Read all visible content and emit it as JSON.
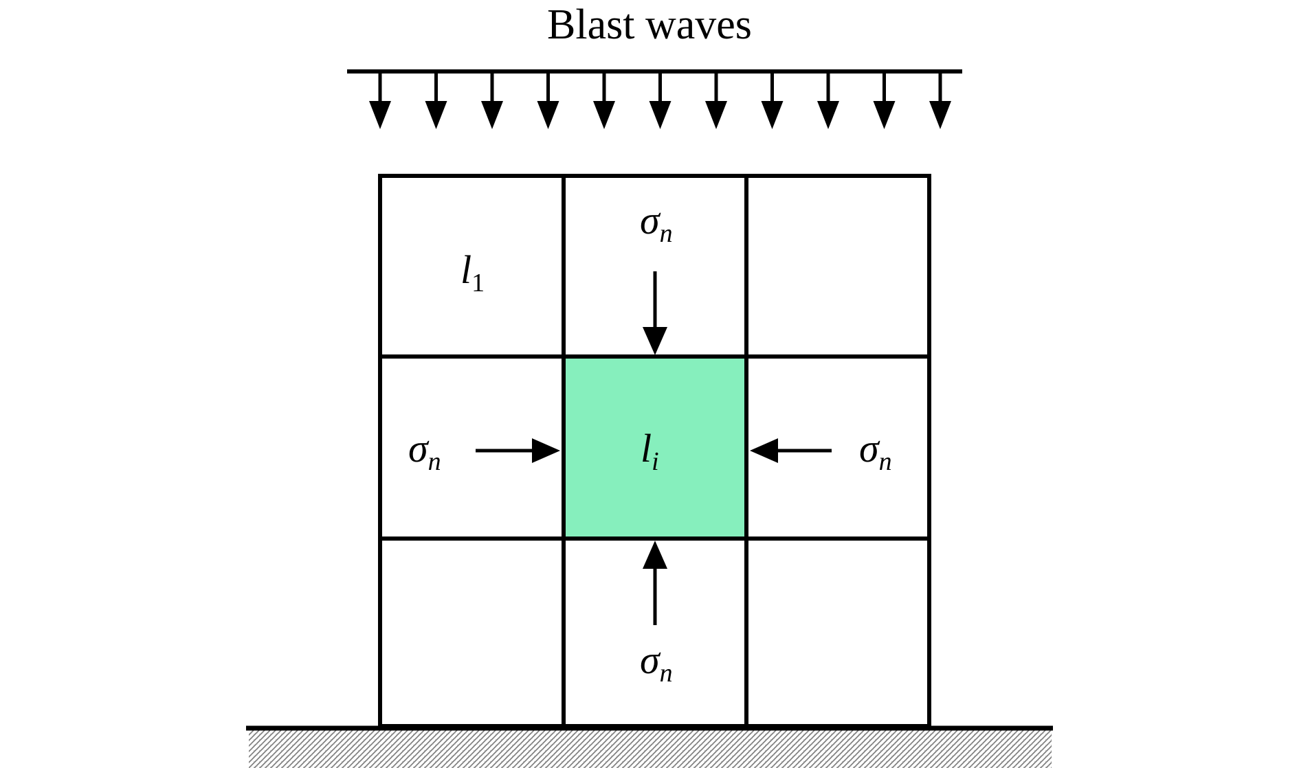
{
  "title": "Blast waves",
  "colors": {
    "center_block": "#86efbd",
    "stroke": "#000000",
    "background": "#ffffff"
  },
  "blast_arrow_count": 11,
  "labels": {
    "corner_block": {
      "base": "l",
      "subscript": "1"
    },
    "center_block": {
      "base": "l",
      "subscript": "i"
    },
    "stress": {
      "base": "σ",
      "subscript": "n"
    }
  }
}
